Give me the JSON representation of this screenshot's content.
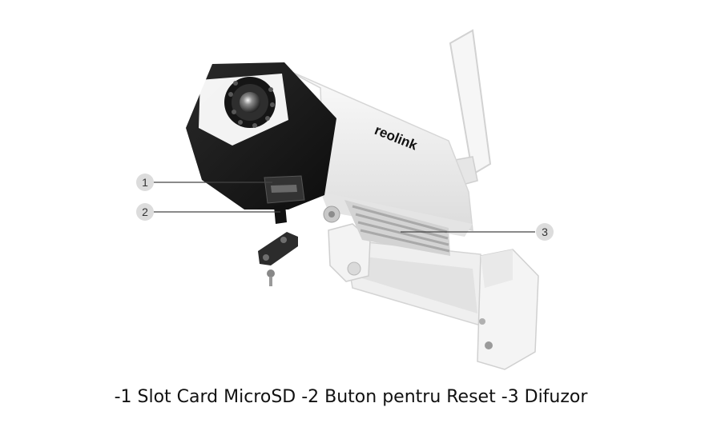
{
  "product": {
    "brand_logo": "reolink"
  },
  "callouts": [
    {
      "number": "1"
    },
    {
      "number": "2"
    },
    {
      "number": "3"
    }
  ],
  "caption": "-1 Slot Card MicroSD -2 Buton pentru Reset -3 Difuzor",
  "colors": {
    "camera_front": "#1b1b1b",
    "camera_body": "#f3f3f3",
    "mount": "#f1f1f1",
    "callout_circle": "#dcdcdc"
  },
  "icons": [
    "antenna-icon",
    "lens-icon",
    "screw-icon"
  ]
}
